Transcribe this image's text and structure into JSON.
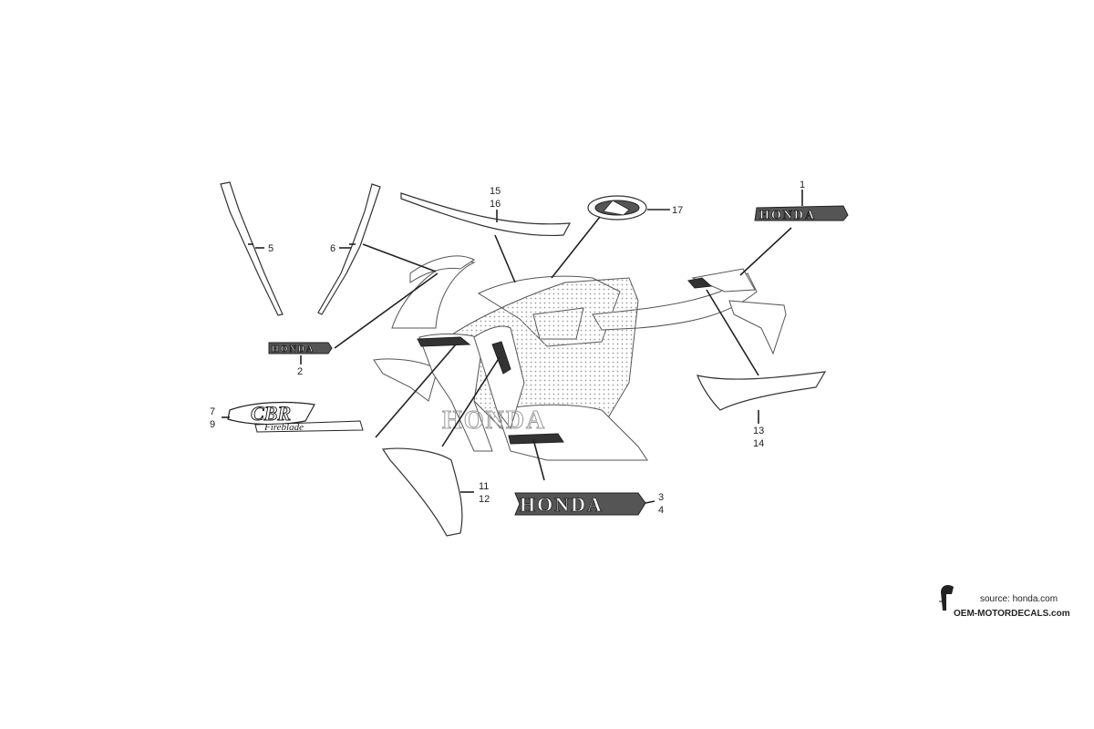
{
  "diagram": {
    "callouts": {
      "c1": "1",
      "c2": "2",
      "c3": "3",
      "c4": "4",
      "c5": "5",
      "c6": "6",
      "c7": "7",
      "c9": "9",
      "c11": "11",
      "c12": "12",
      "c13": "13",
      "c14": "14",
      "c15": "15",
      "c16": "16",
      "c17": "17"
    },
    "decals": {
      "honda_top": "HONDA",
      "honda_small": "HONDA",
      "honda_large": "HONDA",
      "honda_tank_watermark": "HONDA",
      "cbr": "CBR",
      "fireblade": "Fireblade"
    }
  },
  "watermark": {
    "source": "source: honda.com",
    "site": "OEM-MOTORDECALS.com"
  }
}
